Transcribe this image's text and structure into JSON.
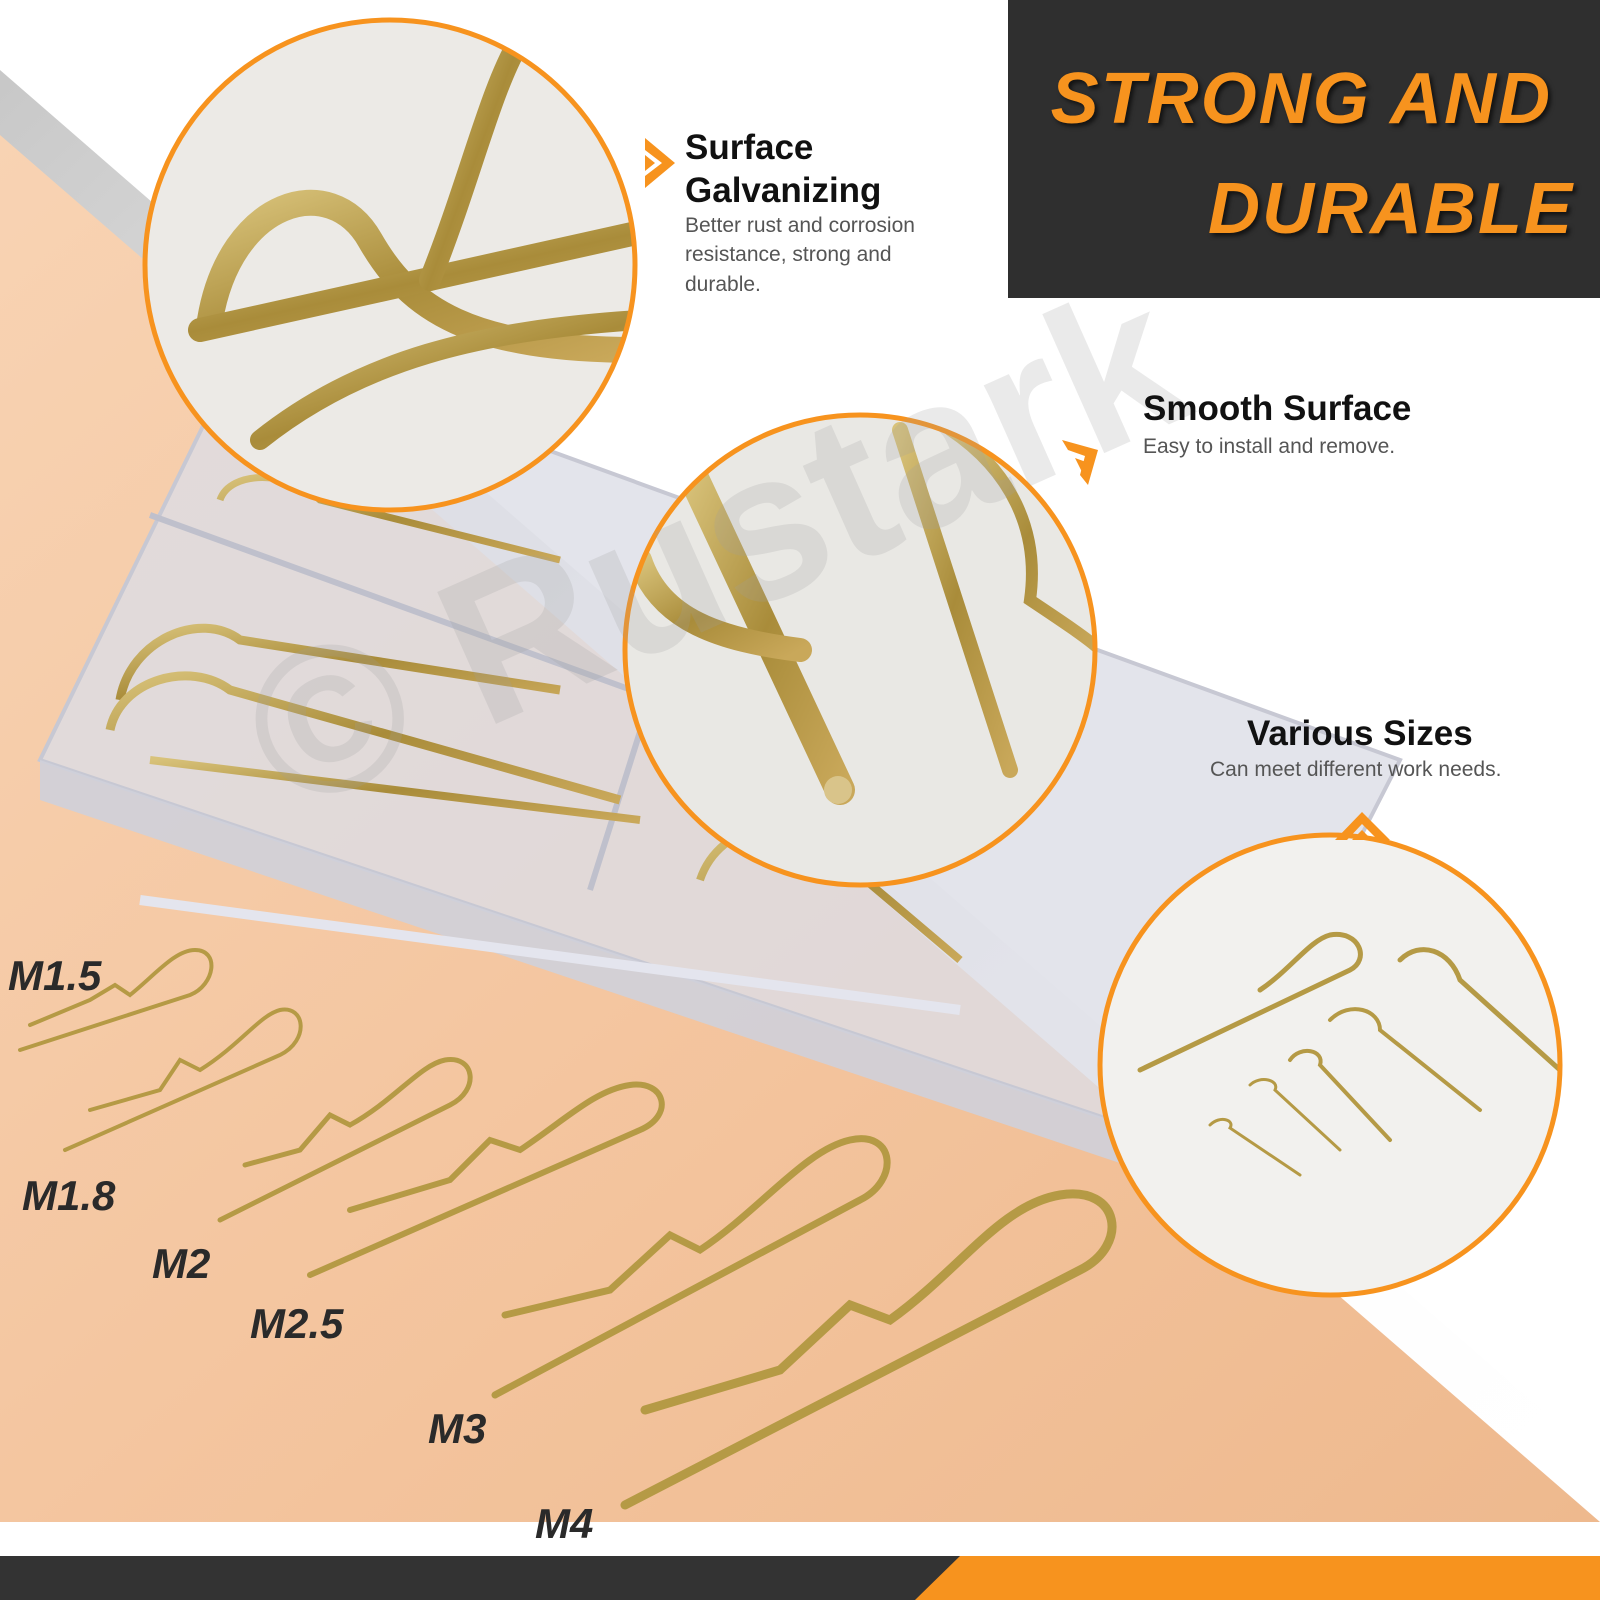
{
  "headline": {
    "line1": "STRONG AND",
    "line2": "DURABLE"
  },
  "features": [
    {
      "title_line1": "Surface",
      "title_line2": "Galvanizing",
      "description": "Better rust and corrosion resistance, strong and durable."
    },
    {
      "title": "Smooth Surface",
      "description": "Easy to install and remove."
    },
    {
      "title": "Various Sizes",
      "description": "Can meet different work needs."
    }
  ],
  "sizes": [
    "M1.5",
    "M1.8",
    "M2",
    "M2.5",
    "M3",
    "M4"
  ],
  "watermark": "© Rustark",
  "colors": {
    "accent_orange": "#f7931e",
    "headline_bg": "#2f2f2f",
    "tabletop": "#f4c9a6",
    "pin_metal": "#b59a45",
    "footer_dark": "#333333"
  },
  "icons": [
    "chevron-right-icon",
    "chevron-down-right-icon",
    "chevron-up-icon"
  ]
}
